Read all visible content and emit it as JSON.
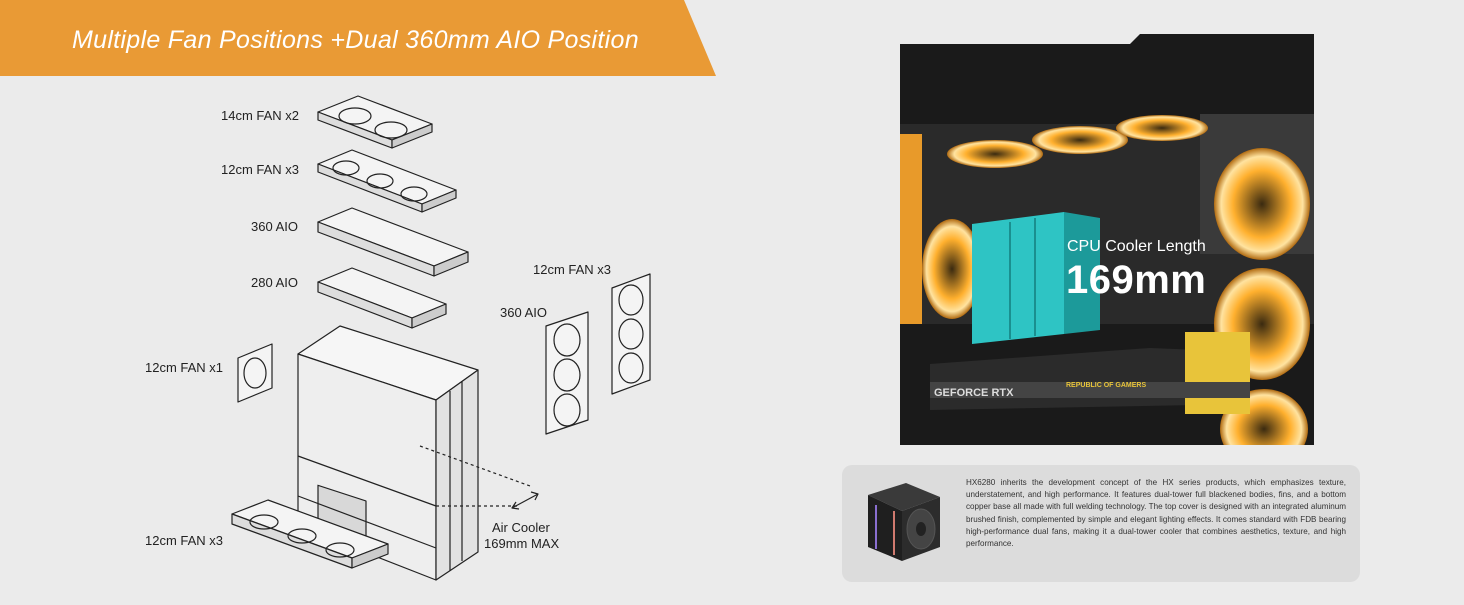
{
  "banner": {
    "title": "Multiple Fan Positions +Dual 360mm AIO Position"
  },
  "diagram": {
    "labels": {
      "fan14_top": "14cm FAN x2",
      "fan12_top": "12cm FAN x3",
      "aio360_top": "360 AIO",
      "aio280_top": "280 AIO",
      "fan12_rear": "12cm FAN x1",
      "fan12_side": "12cm FAN x3",
      "aio360_side": "360 AIO",
      "fan12_bottom": "12cm FAN x3",
      "air_cooler": "Air Cooler",
      "air_cooler_max": "169mm MAX"
    }
  },
  "photo": {
    "caption": "CPU Cooler Length",
    "length": "169mm",
    "gpu_label": "GEFORCE RTX",
    "gpu_brand": "REPUBLIC OF GAMERS"
  },
  "info": {
    "description": "HX6280 inherits the development concept of the HX series products, which emphasizes texture, understatement, and high performance. It features dual-tower full blackened bodies, fins, and a bottom copper base all made with full welding technology. The top cover is designed with an integrated aluminum brushed finish, complemented by simple and elegant lighting effects. It comes standard with FDB bearing high-performance dual fans, making it a dual-tower cooler that combines aesthetics, texture, and high performance."
  },
  "colors": {
    "accent": "#e99a35",
    "card": "#dcdcdc",
    "teal": "#2cc0c0"
  }
}
